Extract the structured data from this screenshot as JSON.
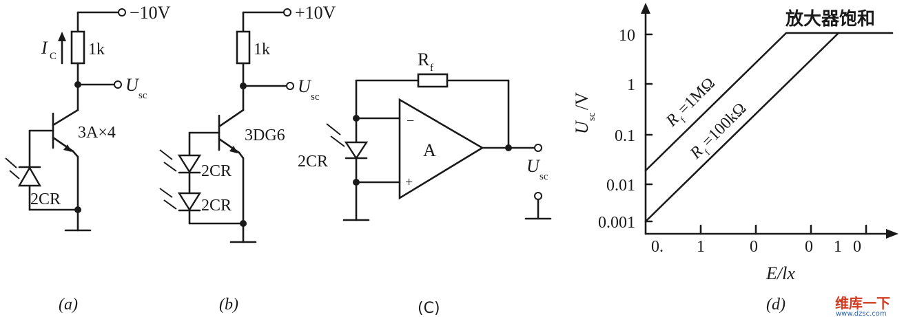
{
  "circuit_a": {
    "supply": "−10V",
    "current_label": "I",
    "current_sub": "C",
    "resistor": "1k",
    "output": "U",
    "output_sub": "sc",
    "transistor": "3A×4",
    "photodiode": "2CR",
    "caption": "(a)"
  },
  "circuit_b": {
    "supply": "+10V",
    "resistor": "1k",
    "output": "U",
    "output_sub": "sc",
    "transistor": "3DG6",
    "photodiode_1": "2CR",
    "photodiode_2": "2CR",
    "caption": "(b)"
  },
  "circuit_c": {
    "feedback_resistor": "R",
    "feedback_sub": "f",
    "amplifier": "A",
    "minus": "−",
    "plus": "+",
    "photodiode": "2CR",
    "output": "U",
    "output_sub": "sc",
    "caption": "(C)"
  },
  "graph_d": {
    "saturation_label": "放大器饱和",
    "y_axis_label": "U",
    "y_axis_sub": "sc",
    "y_axis_unit": "/V",
    "x_axis_label": "E/lx",
    "y_ticks": [
      "10",
      "1",
      "0.1",
      "0.01",
      "0.001"
    ],
    "x_ticks": [
      "0.",
      "1",
      "0",
      "0",
      "1",
      "0"
    ],
    "curve_1": "R",
    "curve_1_sub": "f",
    "curve_1_value": "=1MΩ",
    "curve_2": "R",
    "curve_2_sub": "f",
    "curve_2_value": "=100kΩ",
    "caption": "(d)"
  },
  "watermark": {
    "text": "维库一下",
    "url": "www.dzsc.com"
  }
}
